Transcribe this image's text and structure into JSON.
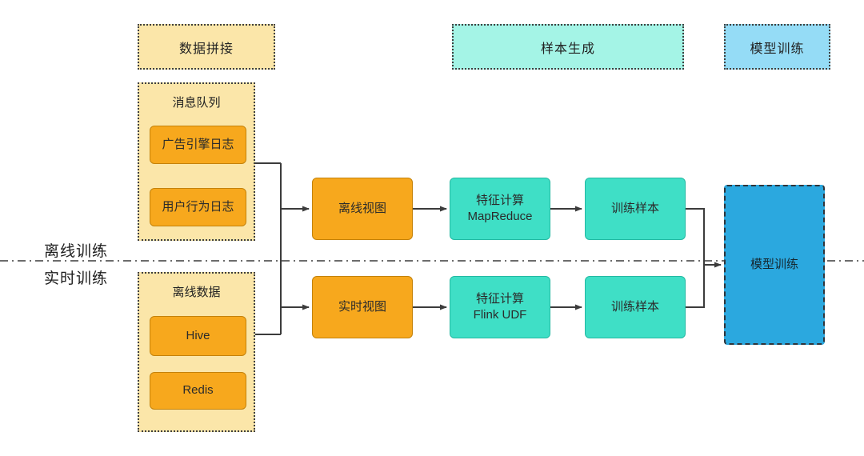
{
  "diagram": {
    "headers": {
      "data_splicing": "数据拼接",
      "sample_generation": "样本生成",
      "model_training": "模型训练"
    },
    "lane_labels": {
      "offline": "离线训练",
      "realtime": "实时训练"
    },
    "message_queue": {
      "title": "消息队列",
      "items": {
        "ad_engine_log": "广告引擎日志",
        "user_behavior_log": "用户行为日志"
      }
    },
    "offline_data": {
      "title": "离线数据",
      "items": {
        "hive": "Hive",
        "redis": "Redis"
      }
    },
    "offline_flow": {
      "view": "离线视图",
      "feature": "特征计算\nMapReduce",
      "sample": "训练样本"
    },
    "realtime_flow": {
      "view": "实时视图",
      "feature": "特征计算\nFlink UDF",
      "sample": "训练样本"
    },
    "model_training_node": "模型训练",
    "colors": {
      "orange": "#f7a81d",
      "light_yellow": "#fbe6a9",
      "teal": "#3fdfc6",
      "light_teal": "#a4f4e6",
      "blue": "#2ba8df",
      "light_blue": "#95dcf6",
      "line": "#3c3c3c"
    }
  }
}
